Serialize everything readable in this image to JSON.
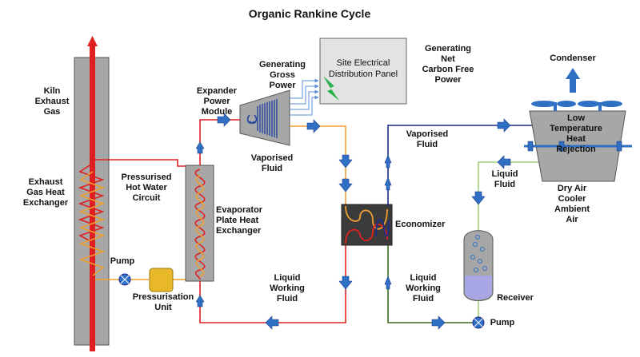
{
  "title": "Organic Rankine Cycle",
  "colors": {
    "hot_water": "#e02020",
    "vapor": "#f0a030",
    "vapor_line": "#1f2a8a",
    "liquid_return": "#3a6a1f",
    "liquid_receiver": "#9fd07a",
    "arrow": "#2f6fc4",
    "exchanger": "#a7a7a7",
    "economizer_bg": "#3b3b3b",
    "receiver_liquid": "#a9a6e6",
    "pressurisation": "#e8b72a",
    "panel_bg": "#e3e3e3",
    "lightning": "#27b24a"
  },
  "labels": {
    "kiln": "Kiln\nExhaust\nGas",
    "exhaust_hx": "Exhaust\nGas Heat\nExchanger",
    "pressurised": "Pressurised\nHot Water\nCircuit",
    "evaporator": "Evaporator\nPlate Heat\nExchanger",
    "expander": "Expander\nPower\nModule",
    "gross": "Generating\nGross\nPower",
    "panel": "Site Electrical\nDistribution Panel",
    "net": "Generating\nNet\nCarbon Free\nPower",
    "condenser": "Condenser",
    "low_temp": "Low\nTemperature\nHeat\nRejection",
    "vaporised_top": "Vaporised\nFluid",
    "vaporised_bottom": "Vaporised\nFluid",
    "liquid_fluid": "Liquid\nFluid",
    "dry_air": "Dry Air\nCooler\nAmbient\nAir",
    "economizer": "Economizer",
    "pump_left": "Pump",
    "pressurisation_unit": "Pressurisation\nUnit",
    "liquid_working_left": "Liquid\nWorking\nFluid",
    "liquid_working_right": "Liquid\nWorking\nFluid",
    "receiver": "Receiver",
    "pump_right": "Pump"
  }
}
